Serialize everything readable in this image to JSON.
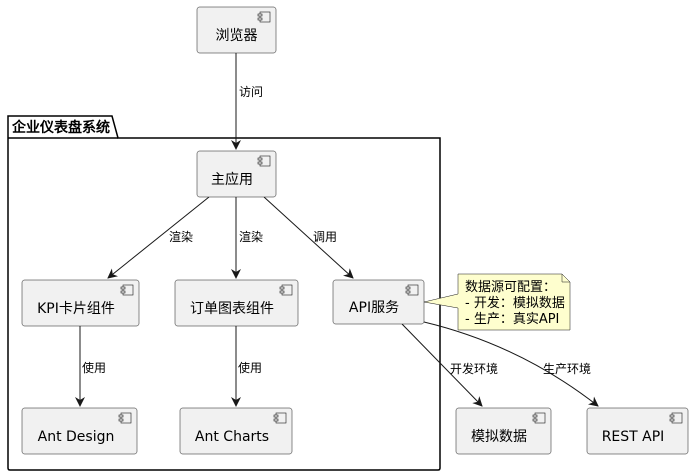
{
  "package": {
    "title": "企业仪表盘系统"
  },
  "components": {
    "browser": "浏览器",
    "main_app": "主应用",
    "kpi_card": "KPI卡片组件",
    "order_chart": "订单图表组件",
    "api_service": "API服务",
    "ant_design": "Ant Design",
    "ant_charts": "Ant Charts",
    "mock_data": "模拟数据",
    "rest_api": "REST API"
  },
  "edges": {
    "visit": "访问",
    "render_kpi": "渲染",
    "render_chart": "渲染",
    "call_api": "调用",
    "use_design": "使用",
    "use_charts": "使用",
    "dev_env": "开发环境",
    "prod_env": "生产环境"
  },
  "note": {
    "lines": [
      "数据源可配置：",
      "- 开发：模拟数据",
      "- 生产：真实API"
    ]
  }
}
